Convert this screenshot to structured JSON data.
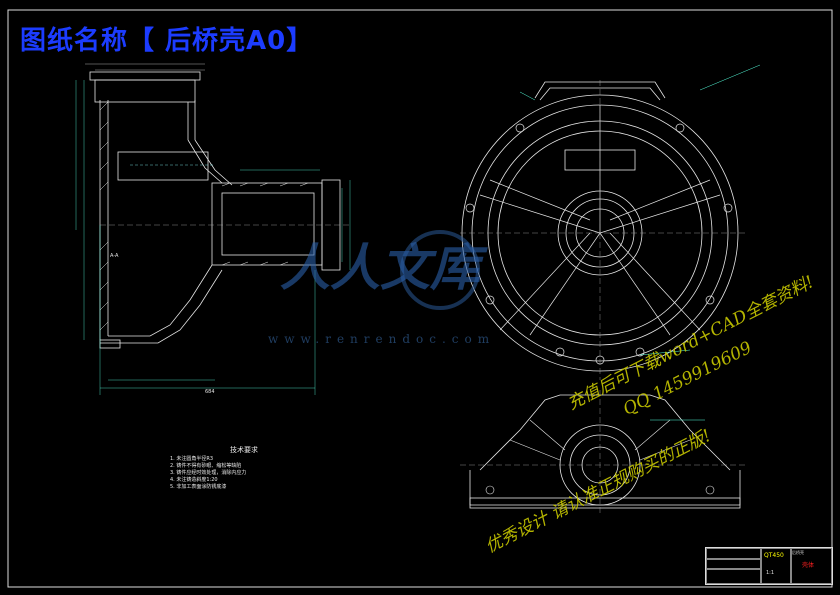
{
  "drawing_title": "图纸名称【 后桥壳A0】",
  "watermark_site": "www.renrendoc.com",
  "watermark_logo_text": "人人文库",
  "promo_lines": [
    "充值后可下载word+CAD全套资料!",
    "QQ 1459919609",
    "优秀设计  请认准正规购买的正版!"
  ],
  "tech_notes": {
    "title": "技术要求",
    "lines": [
      "1. 未注圆角半径R3",
      "2. 铸件不得有砂眼、缩松等缺陷",
      "3. 铸件应经时效处理，消除内应力",
      "4. 未注铸造斜度1:20",
      "5. 非加工表面涂防锈底漆"
    ]
  },
  "title_block": {
    "material": "QT450",
    "drawing_name": "后桥壳",
    "part_label": "壳体"
  },
  "labels": {
    "section_mark": "A-A",
    "dimension_bottom": "684",
    "ratio": "1:1"
  }
}
